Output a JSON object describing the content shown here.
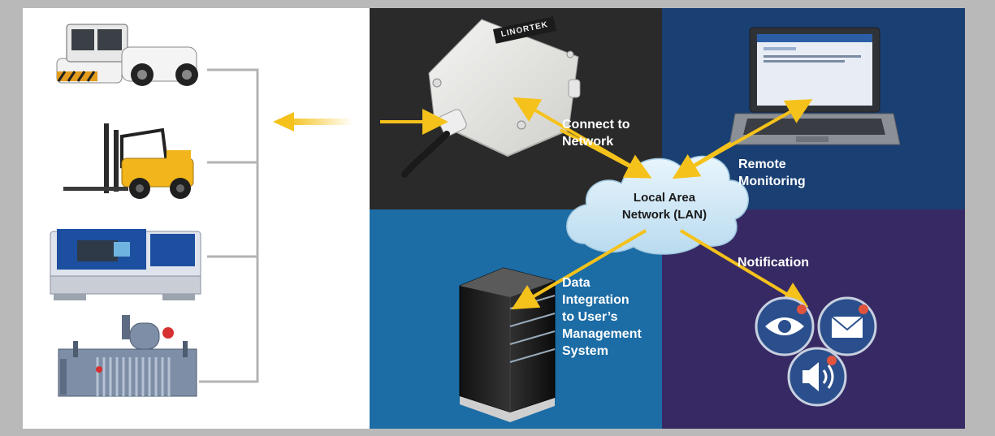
{
  "diagram": {
    "labels": {
      "connect": [
        "Connect to",
        "Network"
      ],
      "remote": [
        "Remote",
        "Monitoring"
      ],
      "notification": "Notification",
      "data_integration": [
        "Data",
        "Integration",
        "to User’s",
        "Management",
        "System"
      ],
      "lan": [
        "Local Area",
        "Network (LAN)"
      ],
      "brand": "LINORTEK"
    },
    "machines": [
      "tug-vehicle",
      "forklift",
      "cnc-machine",
      "transformer"
    ],
    "notification_icons": [
      "eye-icon",
      "mail-icon",
      "speaker-icon"
    ],
    "colors": {
      "left_bg": "#ffffff",
      "dark_quadrant": "#2b2a2a",
      "navy_quadrant": "#1a3f72",
      "blue_quadrant": "#1c6ca5",
      "purple_quadrant": "#372a64",
      "arrow": "#f5c21b",
      "cloud": "#cfe7f5"
    }
  }
}
